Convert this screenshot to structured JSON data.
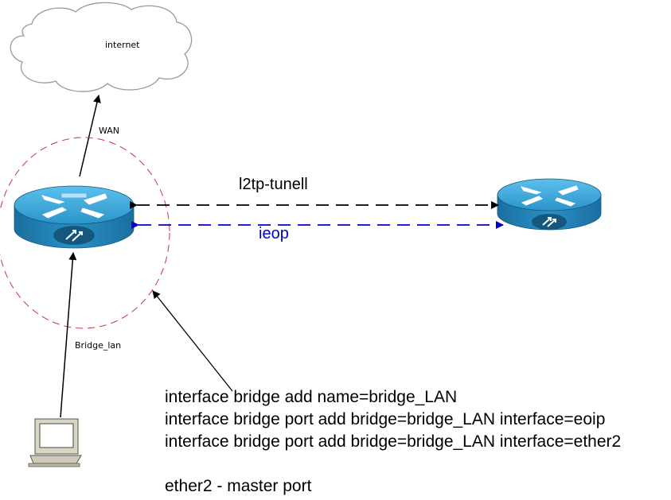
{
  "cloud": {
    "label": "internet"
  },
  "links": {
    "wan": "WAN",
    "bridge_lan": "Bridge_lan",
    "tunnel": "l2tp-tunell",
    "eoip": "ieop"
  },
  "commands": [
    "interface bridge add name=bridge_LAN",
    "interface bridge port add bridge=bridge_LAN interface=eoip",
    "interface bridge port add bridge=bridge_LAN interface=ether2"
  ],
  "note": "ether2 - master port",
  "colors": {
    "router_top": "#3aa3d6",
    "router_side": "#1f82b8",
    "eoip_line": "#0000cc",
    "bridge_circle": "#cc3344",
    "cloud_stroke": "#999999"
  },
  "icons": [
    "cloud-icon",
    "router-icon",
    "router-icon",
    "computer-icon"
  ]
}
